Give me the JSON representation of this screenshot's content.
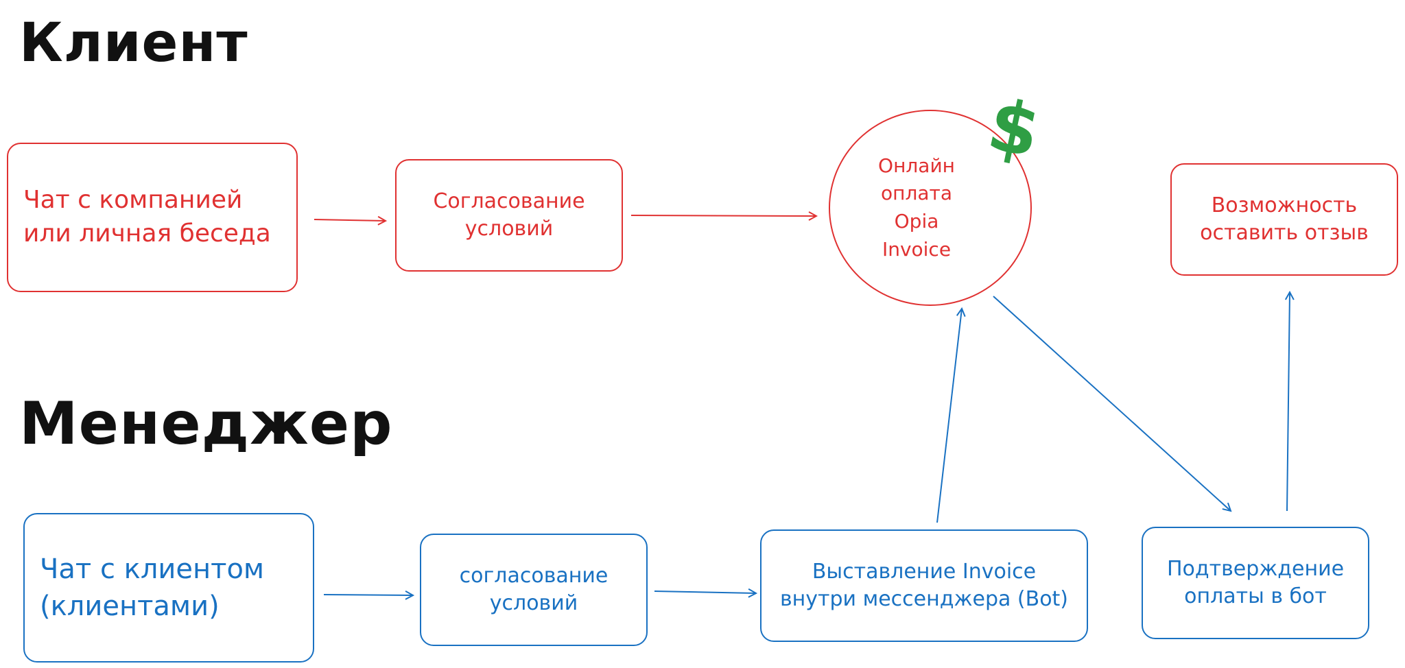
{
  "lanes": {
    "client_title": "Клиент",
    "manager_title": "Менеджер"
  },
  "client_row": {
    "chat": "Чат с компанией\nили личная беседа",
    "agree": "Согласование\nусловий",
    "payment": "Онлайн\nоплата\nOpia\nInvoice",
    "review": "Возможность\nоставить отзыв"
  },
  "manager_row": {
    "chat": "Чат с клиентом\n(клиентами)",
    "agree": "согласование\nусловий",
    "invoice": "Выставление Invoice\nвнутри мессенджера (Bot)",
    "confirm": "Подтверждение\nоплаты в бот"
  },
  "payment_icon": {
    "symbol": "$",
    "name": "dollar-icon"
  },
  "colors": {
    "client": "#e03131",
    "manager": "#1971c2",
    "money": "#2f9e44",
    "title": "#111111"
  }
}
